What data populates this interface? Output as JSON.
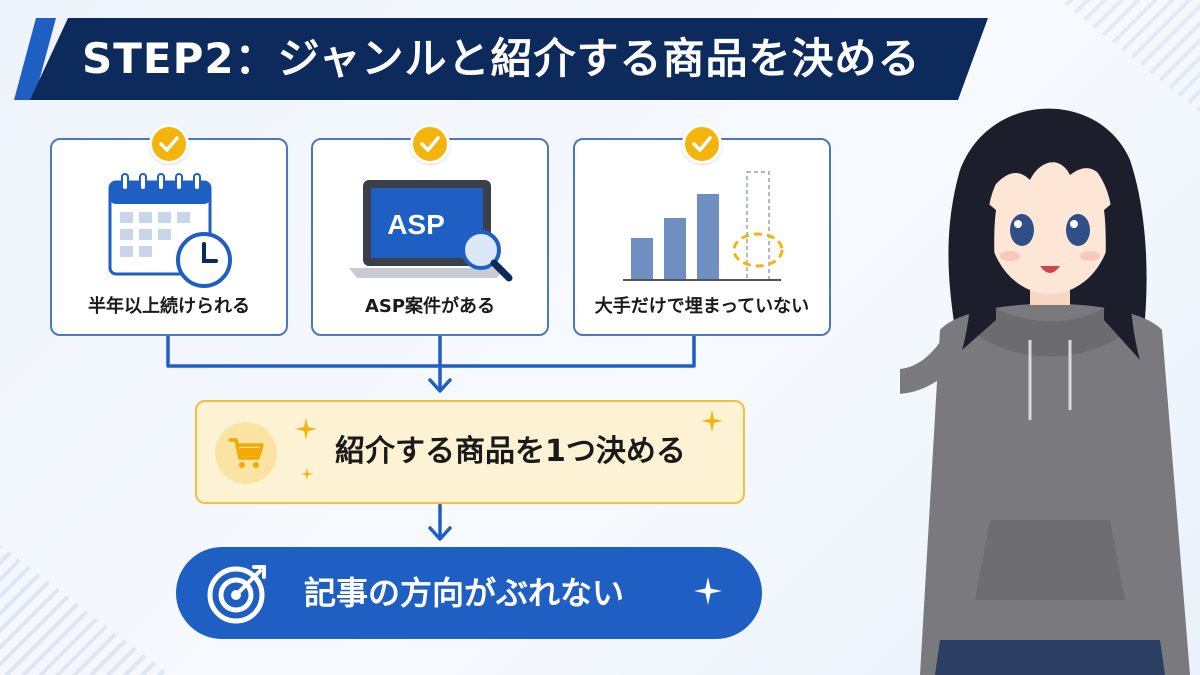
{
  "title": "STEP2：ジャンルと紹介する商品を決める",
  "cards": [
    {
      "label": "半年以上続けられる",
      "icon": "calendar-clock-icon"
    },
    {
      "label": "ASP案件がある",
      "icon": "laptop-search-icon",
      "screen_text": "ASP"
    },
    {
      "label": "大手だけで埋まっていない",
      "icon": "bar-chart-gap-icon"
    }
  ],
  "result": {
    "text": "紹介する商品を1つ決める",
    "icon": "shopping-cart-icon"
  },
  "goal": {
    "text": "記事の方向がぶれない",
    "icon": "target-icon"
  },
  "colors": {
    "navy": "#0d2a5c",
    "blue": "#1f5fc4",
    "yellow": "#f5b40c",
    "cream": "#fdf3d4"
  }
}
